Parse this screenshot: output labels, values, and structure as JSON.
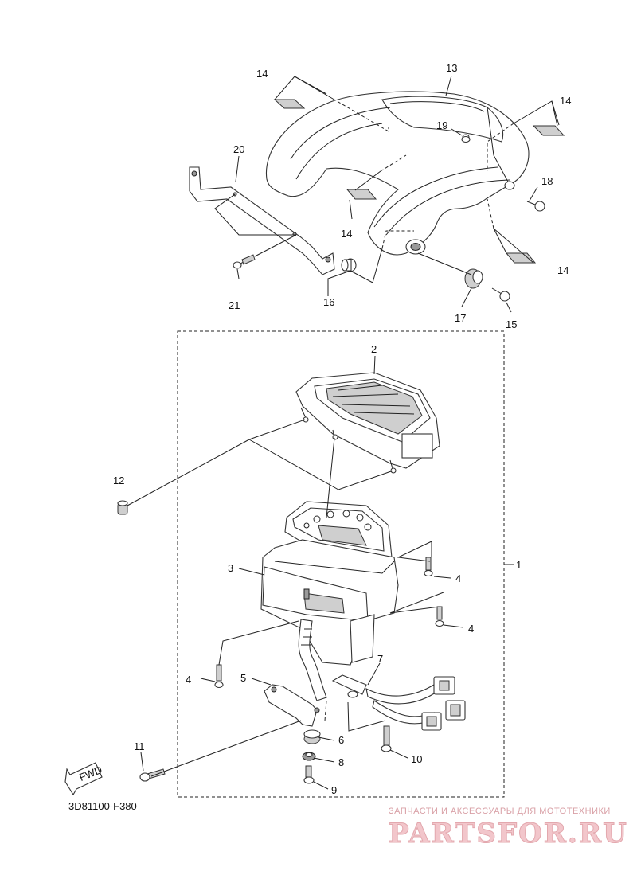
{
  "diagram_code": "3D81100-F380",
  "fwd_label": "FWD",
  "watermark": {
    "top_text": "ЗАПЧАСТИ И АКСЕССУАРЫ ДЛЯ МОТОТЕХНИКИ",
    "brand": "PARTSFOR.RU"
  },
  "part_labels": {
    "p1": "1",
    "p2": "2",
    "p3": "3",
    "p4a": "4",
    "p4b": "4",
    "p4c": "4",
    "p5": "5",
    "p6": "6",
    "p7": "7",
    "p8": "8",
    "p9": "9",
    "p10": "10",
    "p11": "11",
    "p12": "12",
    "p13": "13",
    "p14a": "14",
    "p14b": "14",
    "p14c": "14",
    "p14d": "14",
    "p15": "15",
    "p16": "16",
    "p17": "17",
    "p18": "18",
    "p19": "19",
    "p20": "20",
    "p21": "21"
  }
}
